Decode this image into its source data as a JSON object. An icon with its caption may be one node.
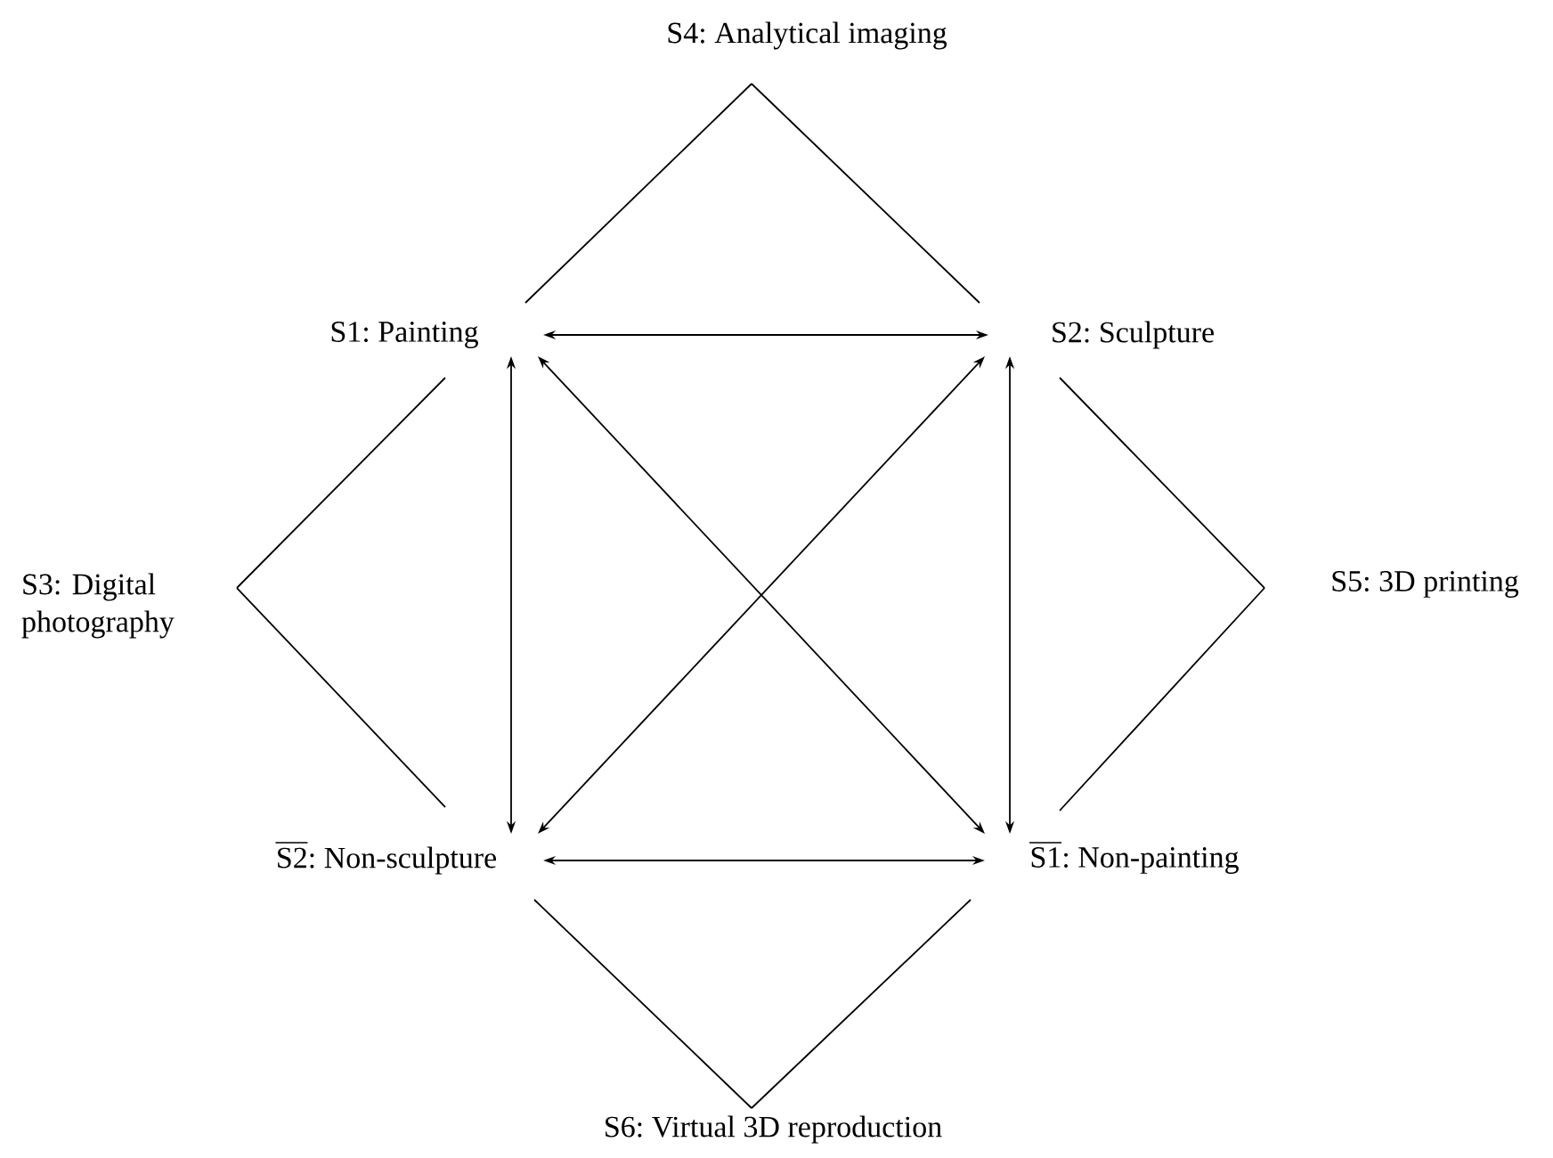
{
  "diagram": {
    "nodes": [
      {
        "text": [
          "S4: Analytical imaging"
        ]
      },
      {
        "text": [
          "S1: Painting"
        ]
      },
      {
        "text": [
          "S2: Sculpture"
        ]
      },
      {
        "text": [
          "S3: Digital photography"
        ]
      },
      {
        "text": [
          "S5: 3D printing"
        ]
      },
      {
        "text": [
          "S2: Non-sculpture"
        ]
      },
      {
        "text": [
          "S1: Non-painting"
        ]
      },
      {
        "text": [
          "S6: Virtual 3D reproduction"
        ]
      }
    ],
    "edges": [
      {
        "from": 1,
        "to": 2,
        "arrow": "both"
      },
      {
        "from": 1,
        "to": 5,
        "arrow": "both"
      },
      {
        "from": 1,
        "to": 6,
        "arrow": "both"
      },
      {
        "from": 2,
        "to": 5,
        "arrow": "both"
      },
      {
        "from": 2,
        "to": 6,
        "arrow": "both"
      },
      {
        "from": 5,
        "to": 6,
        "arrow": "both"
      },
      {
        "from": 0,
        "to": 1,
        "arrow": "none"
      },
      {
        "from": 0,
        "to": 2,
        "arrow": "none"
      },
      {
        "from": 3,
        "to": 1,
        "arrow": "none"
      },
      {
        "from": 3,
        "to": 5,
        "arrow": "none"
      },
      {
        "from": 4,
        "to": 2,
        "arrow": "none"
      },
      {
        "from": 4,
        "to": 6,
        "arrow": "none"
      },
      {
        "from": 7,
        "to": 5,
        "arrow": "none"
      },
      {
        "from": 7,
        "to": 6,
        "arrow": "none"
      }
    ]
  }
}
